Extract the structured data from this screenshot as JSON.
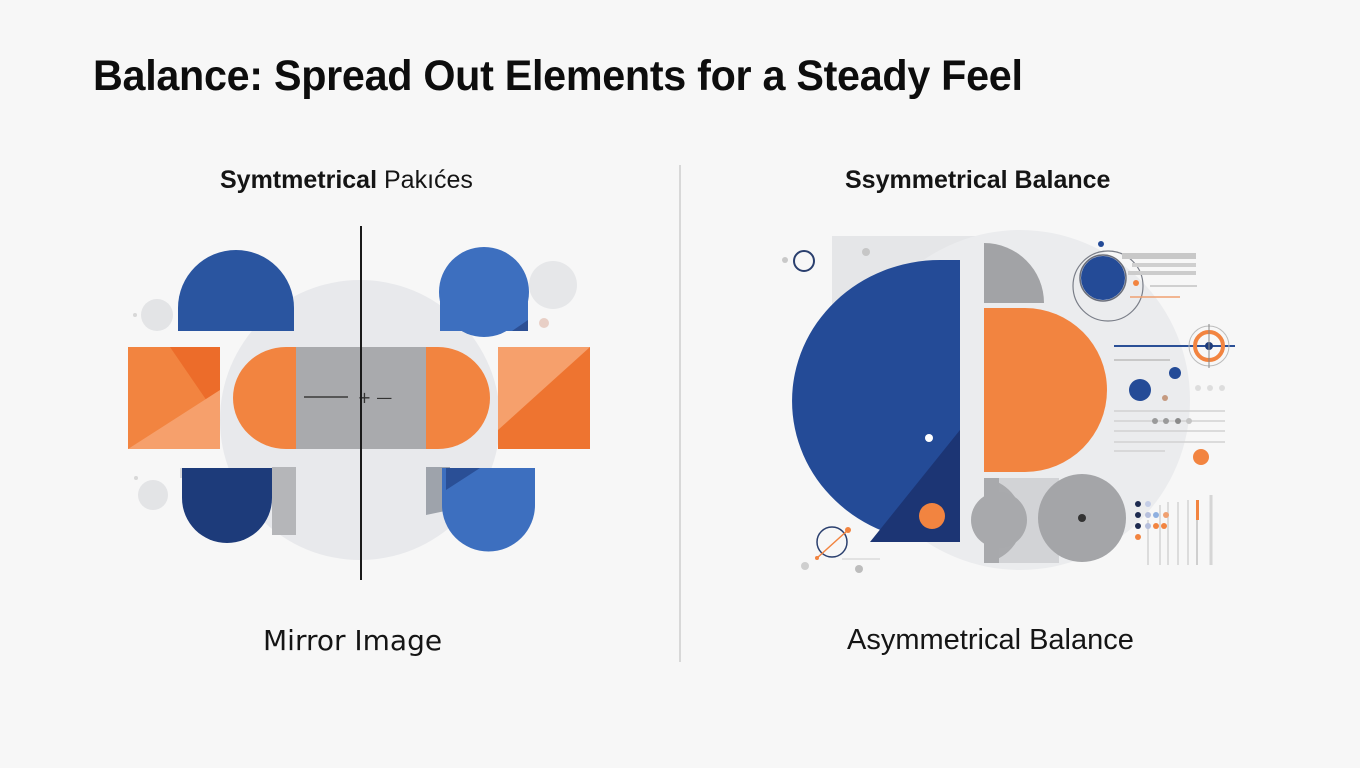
{
  "title": "Balance: Spread Out Elements for a Steady Feel",
  "left_panel": {
    "heading_bold": "Symtmetrical",
    "heading_normal": "Pakıćes",
    "caption": "Mirror Image",
    "center_left_symbol": "—",
    "center_right_symbols": "+ —"
  },
  "right_panel": {
    "heading": "Ssymmetrical Balance",
    "caption": "Asymmetrical Balance"
  },
  "colors": {
    "blue": "#2a55a0",
    "dark_blue": "#1d3b7a",
    "light_blue": "#3d6fbf",
    "orange": "#f28440",
    "deep_orange": "#ec6c2a",
    "gray": "#a9aaad",
    "light_gray": "#e6e7ea",
    "background": "#f7f7f7"
  }
}
